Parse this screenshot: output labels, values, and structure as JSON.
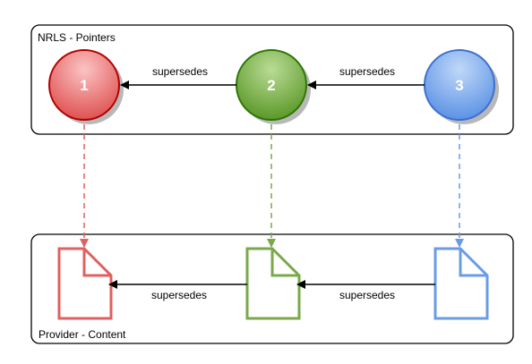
{
  "containers": {
    "top_title": "NRLS - Pointers",
    "bottom_title": "Provider - Content"
  },
  "pointers": [
    {
      "label": "1",
      "color": "#b20000"
    },
    {
      "label": "2",
      "color": "#2d7600"
    },
    {
      "label": "3",
      "color": "#3b6fce"
    }
  ],
  "documents": [
    {
      "color": "#e06060"
    },
    {
      "color": "#7aa84a"
    },
    {
      "color": "#6a9ce6"
    }
  ],
  "relations": {
    "pointer_2_to_1": "supersedes",
    "pointer_3_to_2": "supersedes",
    "doc_2_to_1": "supersedes",
    "doc_3_to_2": "supersedes"
  },
  "colors": {
    "red_light": "#f8a5a5",
    "red_dark": "#e15858",
    "green_light": "#a6d37f",
    "green_dark": "#5f9b2e",
    "blue_light": "#a9c9f6",
    "blue_dark": "#5f94e6"
  }
}
